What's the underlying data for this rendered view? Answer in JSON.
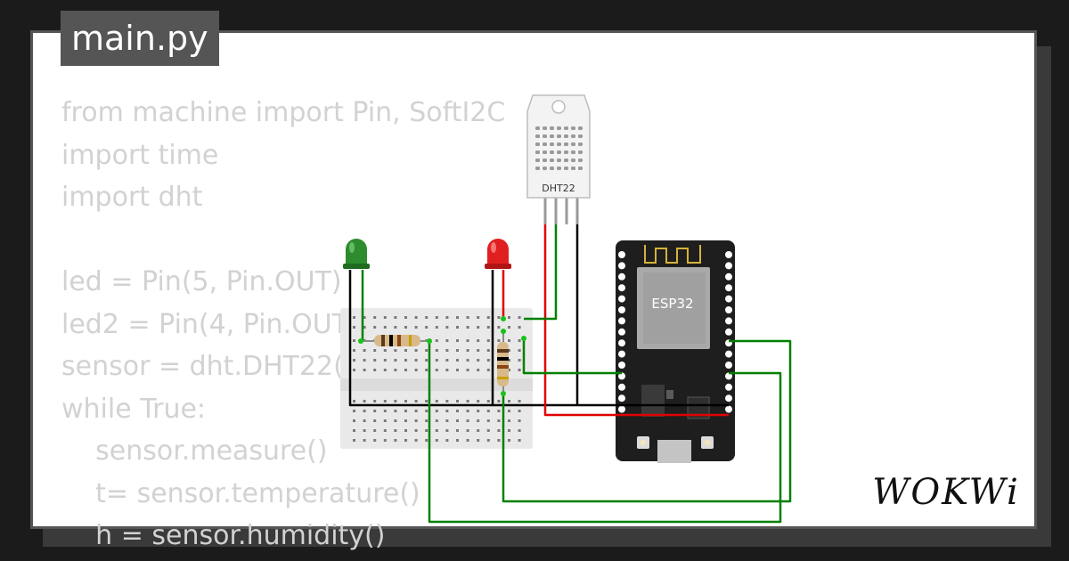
{
  "editor": {
    "file_tab": "main.py",
    "code_lines": [
      "from machine import Pin, SoftI2C",
      "import time",
      "import dht",
      "",
      "led = Pin(5, Pin.OUT)",
      "led2 = Pin(4, Pin.OUT)",
      "sensor = dht.DHT22(Pin(",
      "while True:",
      "    sensor.measure()",
      "    t= sensor.temperature()",
      "    h = sensor.humidity()"
    ]
  },
  "circuit": {
    "sensor_label": "DHT22",
    "board_label": "ESP32",
    "board_color": "#1e1e1e",
    "wire_colors": {
      "signal": "#008000",
      "power": "#e00000",
      "ground": "#000000"
    },
    "led_colors": [
      "#2d8c2d",
      "#e02020"
    ]
  },
  "brand": {
    "logo_text": "WOKWi"
  }
}
